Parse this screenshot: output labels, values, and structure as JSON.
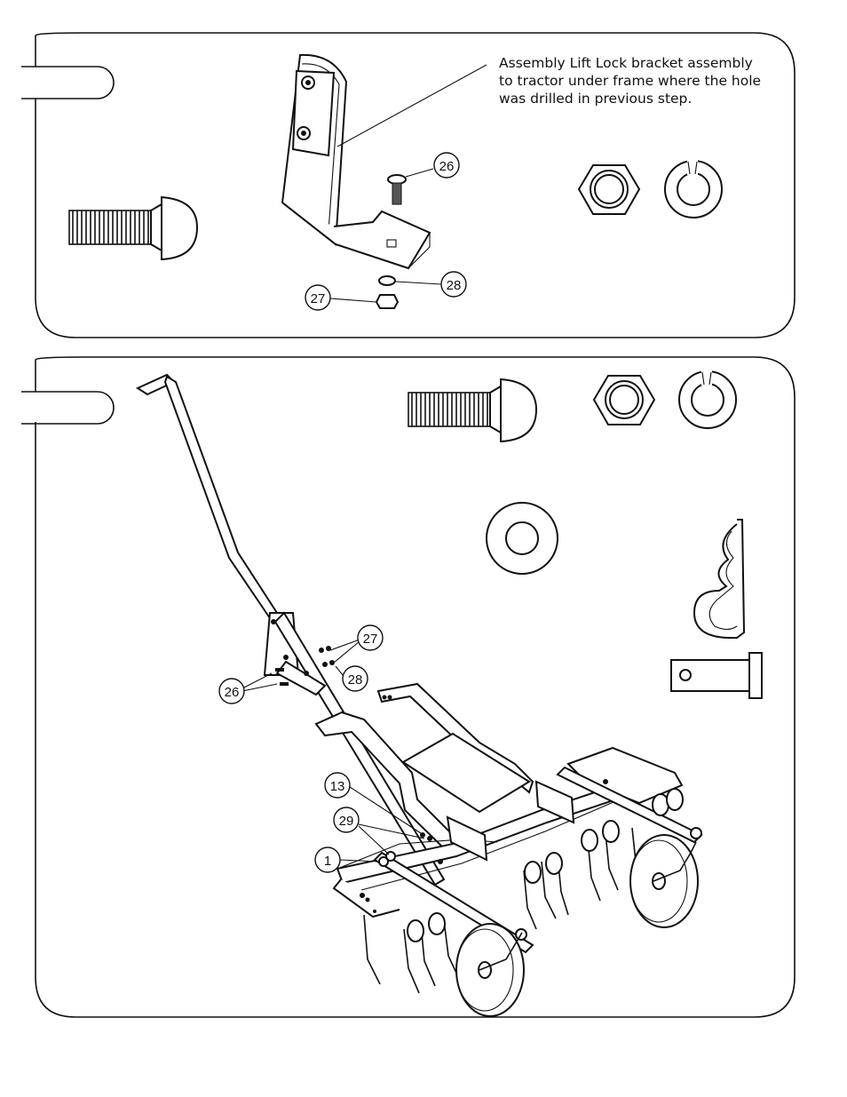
{
  "step1": {
    "instruction_lines": [
      "Assembly Lift Lock bracket assembly",
      "to tractor under frame where the hole",
      "was drilled in previous step."
    ],
    "callouts": [
      "26",
      "28",
      "27"
    ]
  },
  "step2": {
    "callouts": [
      "27",
      "28",
      "26",
      "13",
      "29",
      "1"
    ]
  }
}
